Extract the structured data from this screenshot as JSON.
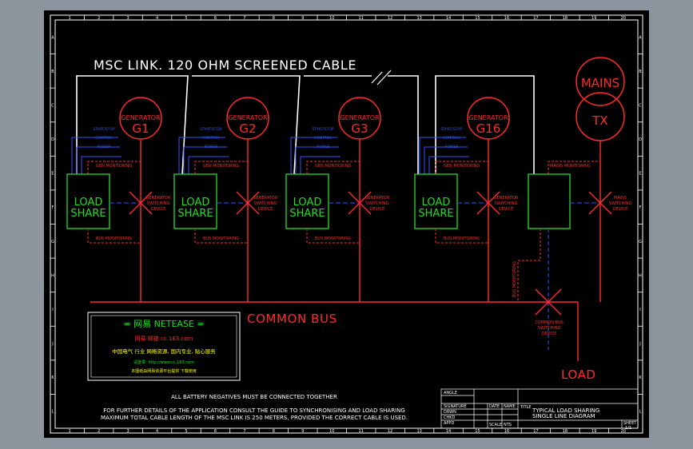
{
  "colors": {
    "sheet": "#000000",
    "border": "#ffffff",
    "red": "#ff2a2a",
    "green": "#22dd22",
    "blue": "#3355ff",
    "yellow": "#ffff00",
    "white": "#ffffff"
  },
  "frame": {
    "columns": [
      "1",
      "2",
      "3",
      "4",
      "5",
      "6",
      "7",
      "8",
      "9",
      "10",
      "11",
      "12",
      "13",
      "14",
      "15",
      "16",
      "17",
      "18",
      "19",
      "20"
    ],
    "rows": [
      "A",
      "B",
      "C",
      "D",
      "E",
      "F",
      "G",
      "H",
      "I",
      "J",
      "K",
      "L"
    ]
  },
  "cable": {
    "title": "MSC LINK. 120 OHM SCREENED CABLE"
  },
  "generators": [
    {
      "label": "GENERATOR",
      "id": "G1"
    },
    {
      "label": "GENERATOR",
      "id": "G2"
    },
    {
      "label": "GENERATOR",
      "id": "G3"
    },
    {
      "label": "GENERATOR",
      "id": "G16"
    }
  ],
  "mains": {
    "mains_label": "MAINS",
    "tx_label": "TX",
    "monitoring": "MAINS MONITORING",
    "switching": [
      "MAINS",
      "SWITCHING",
      "DEVICE"
    ]
  },
  "loadshare": {
    "line1": "LOAD",
    "line2": "SHARE"
  },
  "labels": {
    "gen_monitoring": "GEN MONITORING",
    "bus_monitoring": "BUS MONITORING",
    "gen_switching": [
      "GENERATOR",
      "SWITCHING",
      "DEVICE"
    ],
    "control_lines": [
      "START/STOP",
      "CONTROL",
      "POWER"
    ],
    "bus_monitoring_vertical": "BUS MONITORING",
    "common_bus": "COMMON BUS",
    "common_bus_switching": [
      "COMMON BUS",
      "SWITCHING",
      "DEVICE"
    ],
    "load": "LOAD"
  },
  "stamp": {
    "line1": "= 网易 NETEASE =",
    "line2": "网易 邮箱 cc.163.com",
    "line3": "中国电气 行业 网络资源, 国内专业, 贴心服务",
    "line4": "请登录: http://www.cc.163.com",
    "line5": "本图纸由网易资源平台提供 下载使用"
  },
  "notes": {
    "n1": "ALL BATTERY NEGATIVES MUST BE CONNECTED TOGETHER",
    "n2": "FOR FURTHER DETAILS OF THE APPLICATION CONSULT THE GUIDE TO SYNCHRONISING AND LOAD SHARING",
    "n3": "MAXIMUM TOTAL CABLE LENGTH OF THE MSC LINK IS 250 METERS, PROVIDED THE CORRECT CABLE IS USED."
  },
  "titleblock": {
    "title_label": "TITLE",
    "title_line1": "TYPICAL LOAD SHARING",
    "title_line2": "SINGLE LINE DIAGRAM",
    "sheet_label": "SHEET",
    "sheet_value": "1/1",
    "signature_label": "SIGNATURE",
    "date_label": "DATE",
    "name_label": "NAME",
    "drawn_label": "DRWN",
    "check_label": "CHKD",
    "appd_label": "APPD",
    "scale_label": "SCALE",
    "scale_value": "NTS",
    "top_label": "ANGLE"
  }
}
